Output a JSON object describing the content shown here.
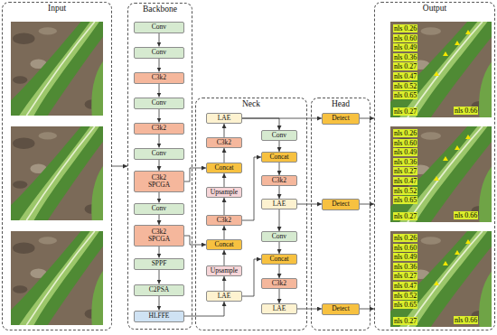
{
  "diagram": {
    "nodes": [
      {
        "text": [
          "Input"
        ]
      },
      {
        "text": [
          "Backbone"
        ]
      },
      {
        "text": [
          "Conv"
        ],
        "in": 1
      },
      {
        "text": [
          "Conv"
        ],
        "in": 1
      },
      {
        "text": [
          "C3k2"
        ],
        "in": 1
      },
      {
        "text": [
          "Conv"
        ],
        "in": 1
      },
      {
        "text": [
          "C3k2"
        ],
        "in": 1
      },
      {
        "text": [
          "Conv"
        ],
        "in": 1
      },
      {
        "text": [
          "C3k2 SPCGA"
        ],
        "in": 1
      },
      {
        "text": [
          "Conv"
        ],
        "in": 1
      },
      {
        "text": [
          "C3k2 SPCGA"
        ],
        "in": 1
      },
      {
        "text": [
          "SPPF"
        ],
        "in": 1
      },
      {
        "text": [
          "C2PSA"
        ],
        "in": 1
      },
      {
        "text": [
          "HLFFE"
        ],
        "in": 1
      },
      {
        "text": [
          "Neck"
        ]
      },
      {
        "text": [
          "LAE"
        ],
        "in": 14
      },
      {
        "text": [
          "C3k2"
        ],
        "in": 14
      },
      {
        "text": [
          "Concat"
        ],
        "in": 14
      },
      {
        "text": [
          "Upsample"
        ],
        "in": 14
      },
      {
        "text": [
          "C3k2"
        ],
        "in": 14
      },
      {
        "text": [
          "Concat"
        ],
        "in": 14
      },
      {
        "text": [
          "Upsample"
        ],
        "in": 14
      },
      {
        "text": [
          "LAE"
        ],
        "in": 14
      },
      {
        "text": [
          "Conv"
        ],
        "in": 14
      },
      {
        "text": [
          "Concat"
        ],
        "in": 14
      },
      {
        "text": [
          "C3k2"
        ],
        "in": 14
      },
      {
        "text": [
          "LAE"
        ],
        "in": 14
      },
      {
        "text": [
          "Conv"
        ],
        "in": 14
      },
      {
        "text": [
          "Concat"
        ],
        "in": 14
      },
      {
        "text": [
          "C3k2"
        ],
        "in": 14
      },
      {
        "text": [
          "LAE"
        ],
        "in": 14
      },
      {
        "text": [
          "Head"
        ]
      },
      {
        "text": [
          "Detect"
        ],
        "in": 31
      },
      {
        "text": [
          "Detect"
        ],
        "in": 31
      },
      {
        "text": [
          "Detect"
        ],
        "in": 31
      },
      {
        "text": [
          "Output"
        ]
      }
    ],
    "edges": [
      {
        "from": 0,
        "to": 1,
        "arrow": "to"
      },
      {
        "from": 2,
        "to": 3,
        "arrow": "to"
      },
      {
        "from": 3,
        "to": 4,
        "arrow": "to"
      },
      {
        "from": 4,
        "to": 5,
        "arrow": "to"
      },
      {
        "from": 5,
        "to": 6,
        "arrow": "to"
      },
      {
        "from": 6,
        "to": 7,
        "arrow": "to"
      },
      {
        "from": 7,
        "to": 8,
        "arrow": "to"
      },
      {
        "from": 8,
        "to": 9,
        "arrow": "to"
      },
      {
        "from": 9,
        "to": 10,
        "arrow": "to"
      },
      {
        "from": 10,
        "to": 11,
        "arrow": "to"
      },
      {
        "from": 11,
        "to": 12,
        "arrow": "to"
      },
      {
        "from": 12,
        "to": 13,
        "arrow": "to"
      },
      {
        "from": 8,
        "to": 17,
        "arrow": "to"
      },
      {
        "from": 10,
        "to": 20,
        "arrow": "to"
      },
      {
        "from": 13,
        "to": 22,
        "arrow": "to"
      },
      {
        "from": 22,
        "to": 21,
        "arrow": "to"
      },
      {
        "from": 21,
        "to": 20,
        "arrow": "to"
      },
      {
        "from": 20,
        "to": 19,
        "arrow": "to"
      },
      {
        "from": 19,
        "to": 18,
        "arrow": "to"
      },
      {
        "from": 18,
        "to": 17,
        "arrow": "to"
      },
      {
        "from": 17,
        "to": 16,
        "arrow": "to"
      },
      {
        "from": 16,
        "to": 15,
        "arrow": "to"
      },
      {
        "from": 15,
        "to": 23,
        "arrow": "to"
      },
      {
        "from": 19,
        "to": 24,
        "arrow": "to"
      },
      {
        "from": 23,
        "to": 24,
        "arrow": "to"
      },
      {
        "from": 24,
        "to": 25,
        "arrow": "to"
      },
      {
        "from": 25,
        "to": 26,
        "arrow": "to"
      },
      {
        "from": 26,
        "to": 27,
        "arrow": "to"
      },
      {
        "from": 27,
        "to": 28,
        "arrow": "to"
      },
      {
        "from": 28,
        "to": 29,
        "arrow": "to"
      },
      {
        "from": 29,
        "to": 30,
        "arrow": "to"
      },
      {
        "from": 22,
        "to": 28,
        "arrow": "to"
      },
      {
        "from": 15,
        "to": 32,
        "arrow": "to"
      },
      {
        "from": 26,
        "to": 33,
        "arrow": "to"
      },
      {
        "from": 30,
        "to": 34,
        "arrow": "to"
      },
      {
        "from": 32,
        "to": 35,
        "arrow": "to"
      },
      {
        "from": 33,
        "to": 35,
        "arrow": "to"
      },
      {
        "from": 34,
        "to": 35,
        "arrow": "to"
      }
    ],
    "labels": [
      "nls 0.26",
      "nls 0.60",
      "nls 0.49",
      "nls 0.36",
      "nls 0.27",
      "nls 0.47",
      "nls 0.52",
      "nls 0.65",
      "nls 0.27",
      "nls 0.66",
      "nls 0.26",
      "nls 0.60",
      "nls 0.49",
      "nls 0.36",
      "nls 0.27",
      "nls 0.47",
      "nls 0.52",
      "nls 0.65",
      "nls 0.27",
      "nls 0.66",
      "nls 0.26",
      "nls 0.60",
      "nls 0.49",
      "nls 0.36",
      "nls 0.27",
      "nls 0.47",
      "nls 0.52",
      "nls 0.65",
      "nls 0.27",
      "nls 0.66"
    ]
  }
}
